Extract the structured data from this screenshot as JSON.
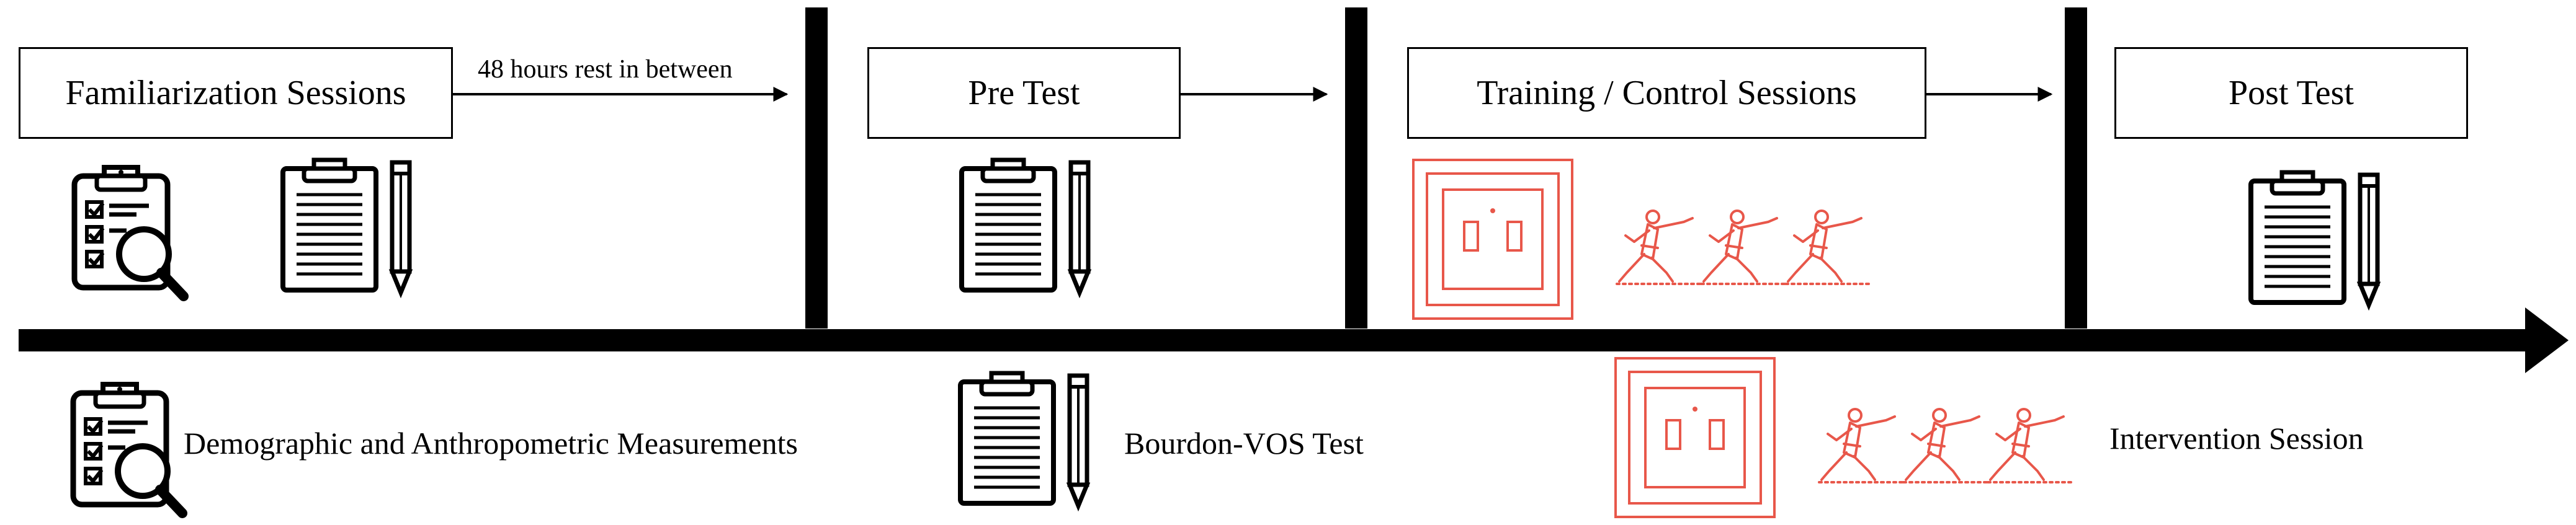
{
  "stages": {
    "familiarization": "Familiarization Sessions",
    "pre_test": "Pre Test",
    "training": "Training / Control Sessions",
    "post_test": "Post Test"
  },
  "gap_note": "48 hours rest in between",
  "legend": {
    "demographic": "Demographic and Anthropometric Measurements",
    "bourdon": "Bourdon-VOS Test",
    "intervention": "Intervention Session"
  },
  "colors": {
    "line": "#000000",
    "intervention": "#e8574a"
  },
  "icons": {
    "measurement": "clipboard-checklist-magnifier-icon",
    "test": "clipboard-pencil-icon",
    "vr_target": "target-panel-icon",
    "karate": "karate-punch-figure-icon"
  }
}
